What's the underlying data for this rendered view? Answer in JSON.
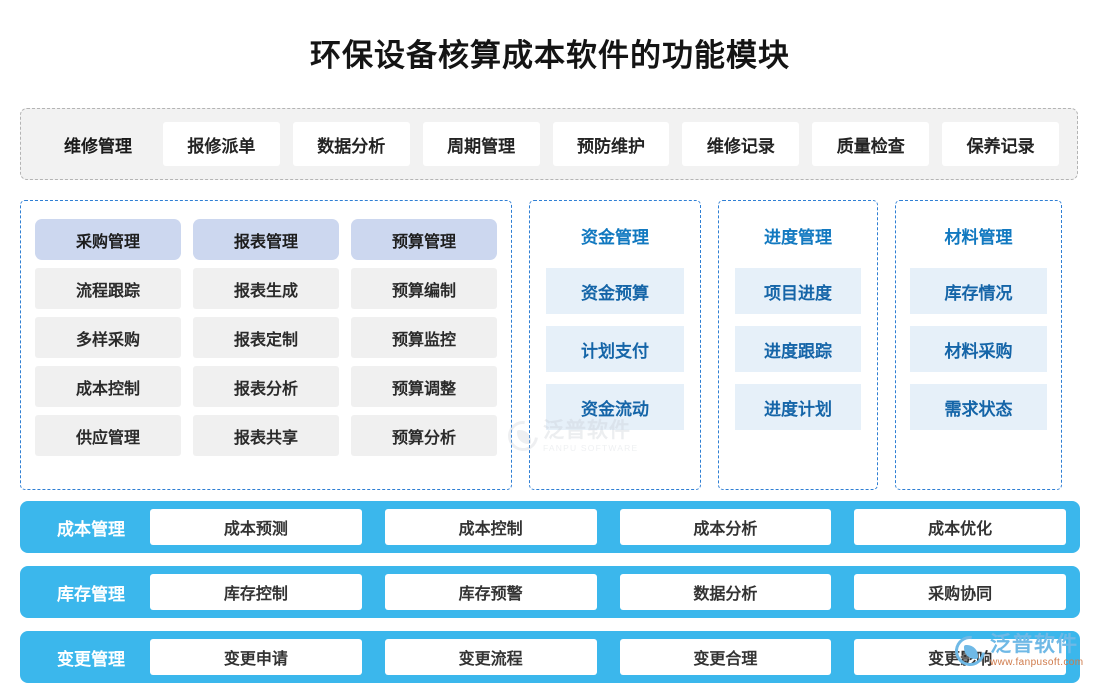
{
  "page": {
    "title": "环保设备核算成本软件的功能模块",
    "colors": {
      "title_text": "#141414",
      "top_bar_bg": "#f2f2f2",
      "top_bar_border": "#b4b4b4",
      "dashed_border_blue": "#2f7fd4",
      "gray_cell": "#f0f0f0",
      "highlight_cell": "#ccd7ef",
      "blue_cell_bg": "#e6f0f9",
      "blue_header_text": "#1279c0",
      "blue_cell_text": "#1565a8",
      "bottom_row_bg": "#3bb7ec",
      "bottom_chip_bg": "#ffffff"
    }
  },
  "top_bar": {
    "label": "维修管理",
    "items": [
      "报修派单",
      "数据分析",
      "周期管理",
      "预防维护",
      "维修记录",
      "质量检查",
      "保养记录"
    ]
  },
  "middle": {
    "group_a": {
      "columns": [
        {
          "head": "采购管理",
          "items": [
            "流程跟踪",
            "多样采购",
            "成本控制",
            "供应管理"
          ]
        },
        {
          "head": "报表管理",
          "items": [
            "报表生成",
            "报表定制",
            "报表分析",
            "报表共享"
          ]
        },
        {
          "head": "预算管理",
          "items": [
            "预算编制",
            "预算监控",
            "预算调整",
            "预算分析"
          ]
        }
      ]
    },
    "group_b": {
      "head": "资金管理",
      "items": [
        "资金预算",
        "计划支付",
        "资金流动"
      ]
    },
    "group_c": {
      "head": "进度管理",
      "items": [
        "项目进度",
        "进度跟踪",
        "进度计划"
      ]
    },
    "group_d": {
      "head": "材料管理",
      "items": [
        "库存情况",
        "材料采购",
        "需求状态"
      ]
    }
  },
  "bottom": {
    "rows": [
      {
        "label": "成本管理",
        "items": [
          "成本预测",
          "成本控制",
          "成本分析",
          "成本优化"
        ]
      },
      {
        "label": "库存管理",
        "items": [
          "库存控制",
          "库存预警",
          "数据分析",
          "采购协同"
        ]
      },
      {
        "label": "变更管理",
        "items": [
          "变更申请",
          "变更流程",
          "变更合理",
          "变更影响"
        ]
      }
    ]
  },
  "watermarks": {
    "center": {
      "cn": "泛普软件",
      "en": "FANPU SOFTWARE"
    },
    "corner": {
      "cn": "泛普软件",
      "en": "www.fanpusoft.com"
    }
  }
}
